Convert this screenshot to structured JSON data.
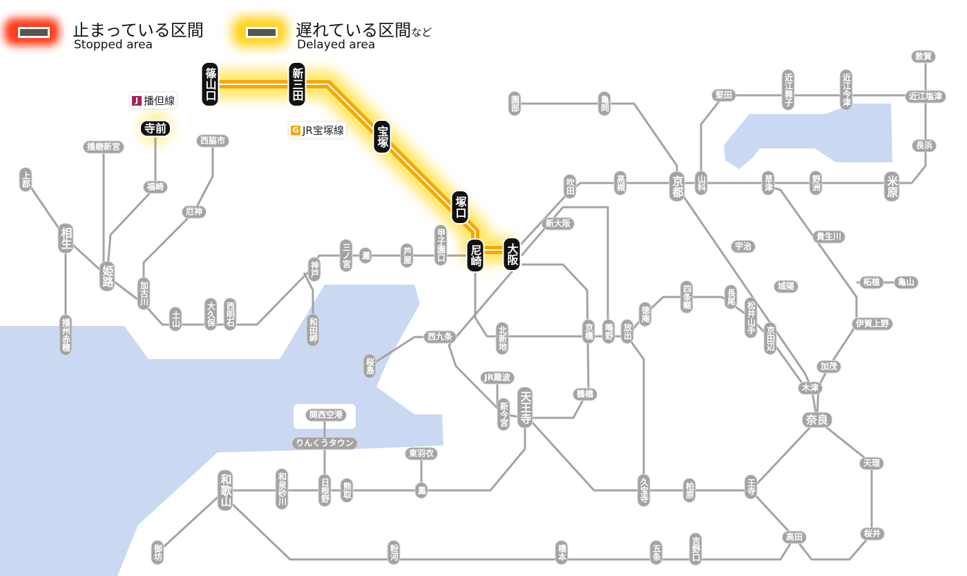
{
  "legend": {
    "stopped_jp": "止まっている区間",
    "stopped_en": "Stopped area",
    "delayed_jp": "遅れている区間",
    "delayed_suffix": "など",
    "delayed_en": "Delayed area"
  },
  "colors": {
    "stopped": "#ff3b1a",
    "delayed": "#ffd21a",
    "highlight_line": "#f5a800",
    "line": "#a3a3a3",
    "water": "#cbd8f2"
  },
  "line_labels": [
    {
      "badge": "J",
      "name": "播但線",
      "badge_color": "#a3245b"
    },
    {
      "badge": "G",
      "name": "JR宝塚線",
      "badge_color": "#f5a800"
    }
  ],
  "highlighted_stations": [
    "篠山口",
    "新三田",
    "宝塚",
    "塚口",
    "尼崎",
    "大阪",
    "寺前"
  ],
  "stations": [
    "上郡",
    "相生",
    "播州赤穂",
    "播磨新宮",
    "姫路",
    "福崎",
    "西脇市",
    "厄神",
    "加古川",
    "土山",
    "大久保",
    "西明石",
    "神戸",
    "和田岬",
    "三ノ宮",
    "灘",
    "芦屋",
    "甲子園口",
    "園部",
    "亀岡",
    "吹田",
    "高槻",
    "京都",
    "山科",
    "堅田",
    "近江舞子",
    "近江今津",
    "敦賀",
    "近江塩津",
    "長浜",
    "草津",
    "野洲",
    "米原",
    "新大阪",
    "宇治",
    "貴生川",
    "城陽",
    "柘植",
    "亀山",
    "伊賀上野",
    "西九条",
    "北新地",
    "京橋",
    "鴫野",
    "放出",
    "徳庵",
    "四条畷",
    "長尾",
    "松井山手",
    "京田辺",
    "桜島",
    "JR難波",
    "新今宮",
    "天王寺",
    "鶴橋",
    "加茂",
    "木津",
    "奈良",
    "関西空港",
    "りんくうタウン",
    "東羽衣",
    "鳳",
    "和歌山",
    "和泉砂川",
    "日根野",
    "熊取",
    "天理",
    "久宝寺",
    "柏原",
    "王寺",
    "高田",
    "桜井",
    "御坊",
    "粉河",
    "橋本",
    "五条",
    "吉野口"
  ]
}
